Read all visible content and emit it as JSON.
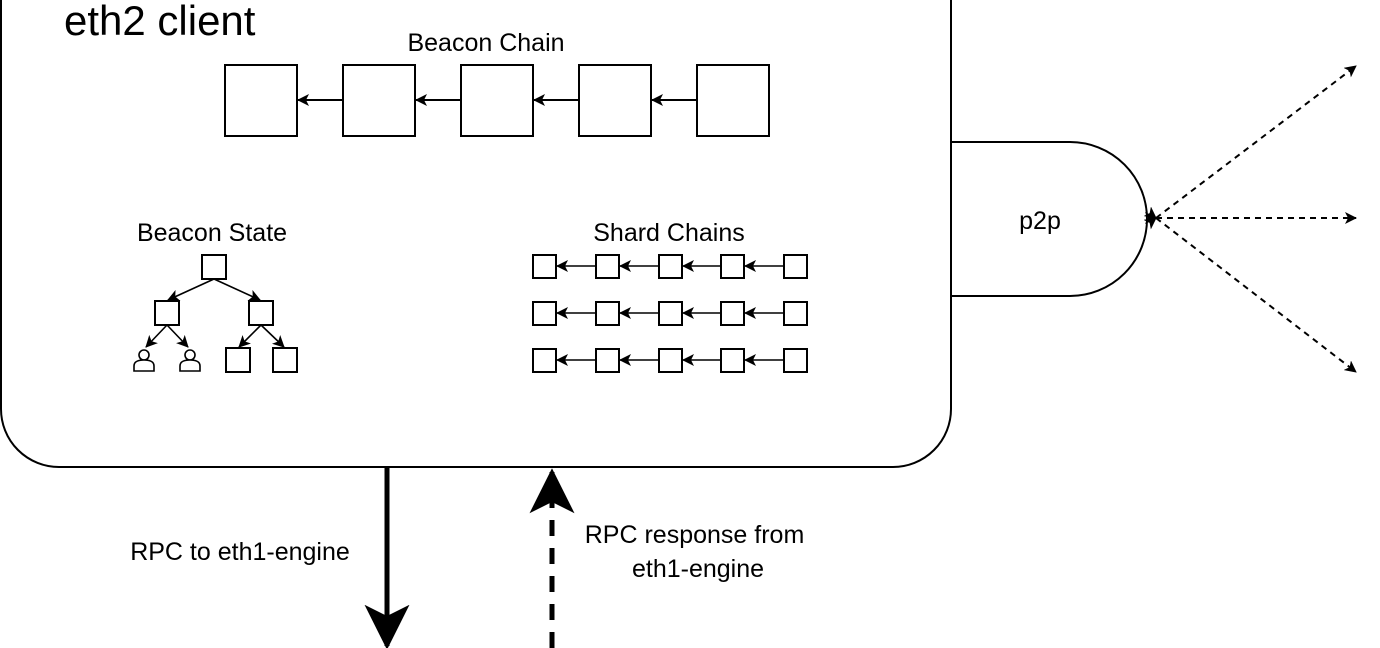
{
  "client": {
    "title": "eth2 client"
  },
  "beacon_chain": {
    "label": "Beacon Chain"
  },
  "beacon_state": {
    "label": "Beacon State"
  },
  "shard_chains": {
    "label": "Shard Chains"
  },
  "p2p": {
    "label": "p2p"
  },
  "rpc": {
    "request_label": "RPC to eth1-engine",
    "response_label_line1": "RPC response from",
    "response_label_line2": "eth1-engine"
  },
  "colors": {
    "stroke": "#000000",
    "background": "#ffffff"
  }
}
